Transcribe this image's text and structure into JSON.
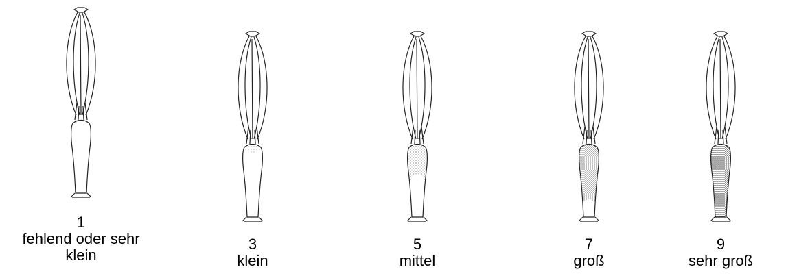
{
  "illustrations": [
    {
      "number": "1",
      "label_lines": [
        "fehlend oder sehr",
        "klein"
      ],
      "stippling": 0
    },
    {
      "number": "3",
      "label_lines": [
        "klein"
      ],
      "stippling": 0.25
    },
    {
      "number": "5",
      "label_lines": [
        "mittel"
      ],
      "stippling": 0.5
    },
    {
      "number": "7",
      "label_lines": [
        "groß"
      ],
      "stippling": 0.75
    },
    {
      "number": "9",
      "label_lines": [
        "sehr groß"
      ],
      "stippling": 1
    }
  ]
}
